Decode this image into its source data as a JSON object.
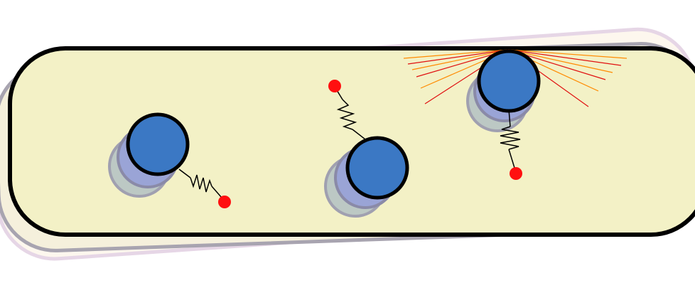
{
  "diagram": {
    "colors": {
      "background": "#ffffff",
      "capsule_fill": "#f3f1c6",
      "capsule_stroke": "#000000",
      "ghost_fill_1": "#fdf7ee",
      "ghost_stroke_1": "#e6d6e6",
      "ghost_fill_2": "#f5f0dc",
      "ghost_stroke_2": "#a8a4b0",
      "ball_fill": "#3b78c4",
      "ball_stroke": "#000000",
      "ball_shadow": "#9aa4d6",
      "ball_shadow_outer": "#bcc8c4",
      "tether_dot": "#ff1010",
      "spring_stroke": "#000000",
      "ray_red": "#e01010",
      "ray_orange": "#ff8a00"
    },
    "molecules": [
      {
        "name": "molecule-left",
        "spring_direction": "down-right",
        "has_rays": false
      },
      {
        "name": "molecule-middle",
        "spring_direction": "up-left",
        "has_rays": false
      },
      {
        "name": "molecule-right",
        "spring_direction": "down",
        "has_rays": true
      }
    ]
  }
}
